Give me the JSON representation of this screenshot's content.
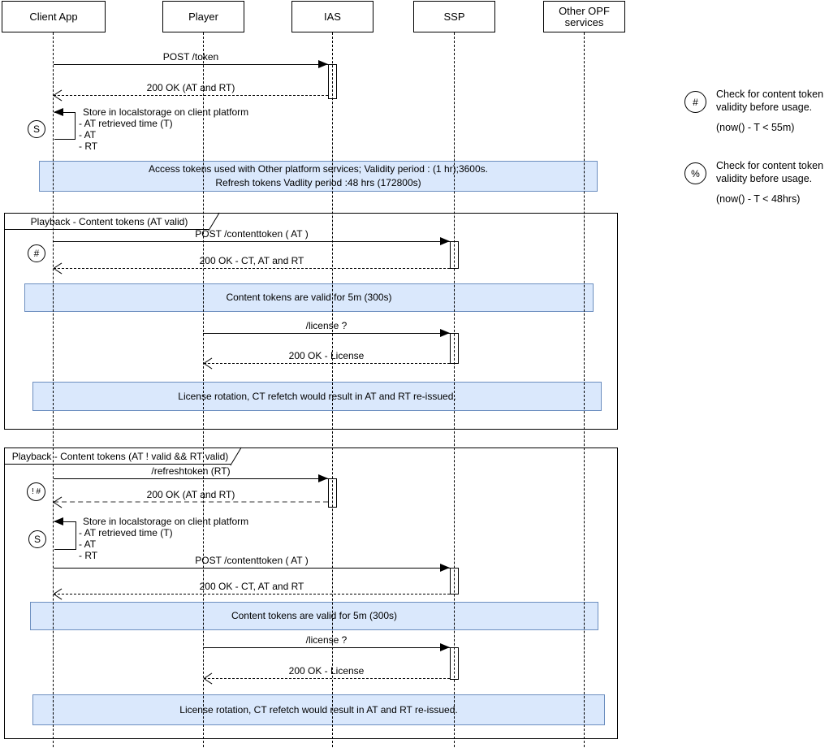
{
  "actors": [
    {
      "id": "client-app",
      "label": "Client App"
    },
    {
      "id": "player",
      "label": "Player"
    },
    {
      "id": "ias",
      "label": "IAS"
    },
    {
      "id": "ssp",
      "label": "SSP"
    },
    {
      "id": "other-opf",
      "label": "Other OPF services"
    }
  ],
  "messages": {
    "post_token": "POST /token",
    "ok_at_rt": "200 OK (AT and RT)",
    "post_contenttoken": "POST /contenttoken ( AT )",
    "ok_ct_at_rt": "200 OK - CT, AT and RT",
    "license": "/license ?",
    "ok_license": "200 OK - License",
    "refreshtoken": "/refreshtoken (RT)"
  },
  "store_note": {
    "title": "Store in localstorage on client platform",
    "items": [
      "- AT retrieved time (T)",
      "- AT",
      "- RT"
    ]
  },
  "notes": {
    "access_tokens_line1": "Access tokens used with Other platform services; Validity period : (1 hr);3600s.",
    "access_tokens_line2": "Refresh tokens Vadlity period :48 hrs (172800s)",
    "content_tokens": "Content tokens are valid for 5m (300s)",
    "license_rotation": "License rotation, CT refetch would result in AT and RT re-issued."
  },
  "frames": {
    "frame1_label": "Playback - Content tokens (AT valid)",
    "frame2_label": "Playback - Content tokens (AT ! valid && RT valid)"
  },
  "markers": {
    "s": "S",
    "hash": "#",
    "not_hash": "! #",
    "percent": "%"
  },
  "legend": [
    {
      "symbol": "#",
      "line1": "Check for content token",
      "line2": "validity before usage.",
      "formula": "(now() - T < 55m)"
    },
    {
      "symbol": "%",
      "line1": "Check for content token",
      "line2": "validity before usage.",
      "formula": "(now() - T <  48hrs)"
    }
  ],
  "colors": {
    "note_fill": "#dae8fc",
    "note_border": "#6c8ebf"
  }
}
